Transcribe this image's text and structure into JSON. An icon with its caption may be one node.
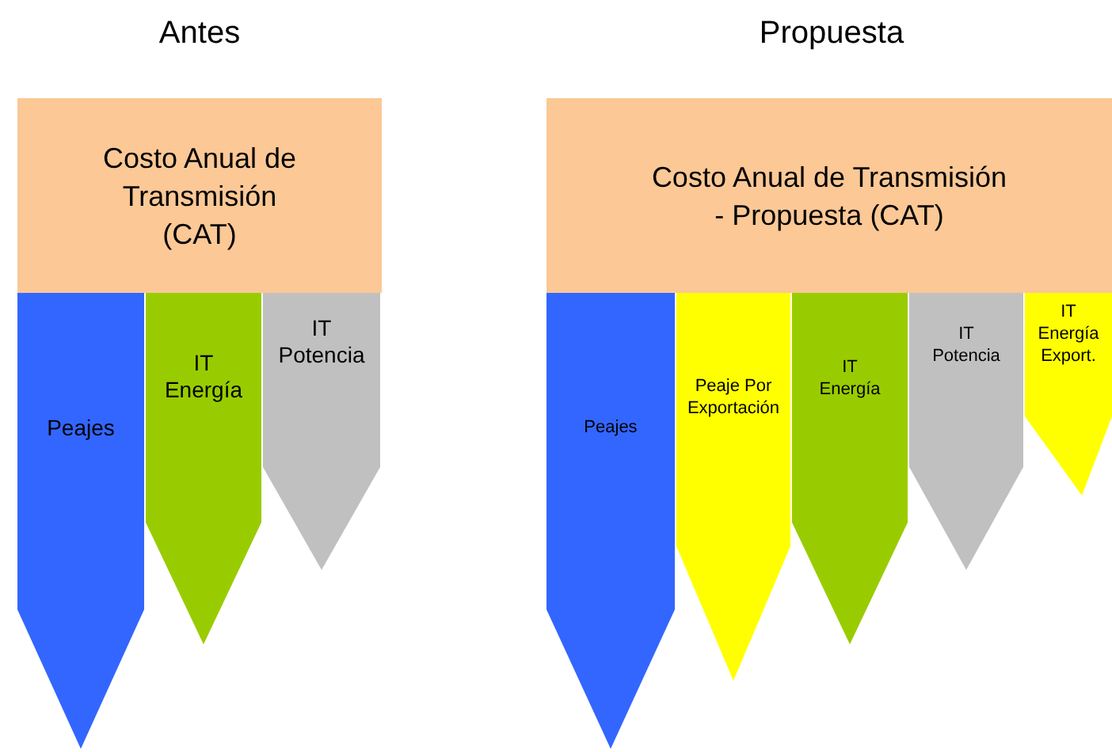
{
  "diagram": {
    "nodes": [
      {
        "text": [
          "Costo Anual de Transmisión (CAT)"
        ]
      },
      {
        "text": [
          "Peajes"
        ]
      },
      {
        "text": [
          "IT Energía"
        ]
      },
      {
        "text": [
          "IT Potencia"
        ]
      },
      {
        "text": [
          "Costo Anual de Transmisión - Propuesta (CAT)"
        ]
      },
      {
        "text": [
          "Peajes"
        ]
      },
      {
        "text": [
          "Peaje Por Exportación"
        ]
      },
      {
        "text": [
          "IT Energía"
        ]
      },
      {
        "text": [
          "IT Potencia"
        ]
      },
      {
        "text": [
          "IT Energía Export."
        ]
      }
    ],
    "labels": [
      "Antes",
      "Propuesta"
    ]
  }
}
